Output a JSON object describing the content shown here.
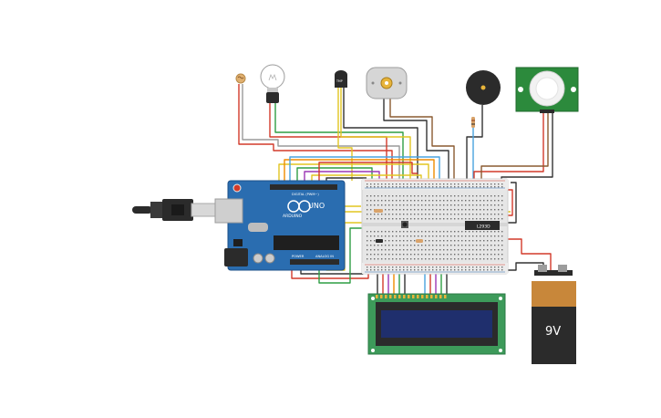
{
  "diagram": {
    "arduino": {
      "brand_label": "ARDUINO",
      "model_label": "UNO",
      "power_label": "POWER",
      "analog_label": "ANALOG IN",
      "digital_label": "DIGITAL (PWM~)"
    },
    "battery": {
      "label": "9V"
    },
    "driver_chip": {
      "label": "L293D"
    },
    "components": [
      "photoresistor",
      "light-bulb",
      "temperature-sensor",
      "dc-motor",
      "piezo-buzzer",
      "pir-sensor",
      "resistor",
      "breadboard",
      "usb-cable",
      "lcd-16x2",
      "battery-9v"
    ],
    "colors": {
      "board": "#2a6db0",
      "lcd_pcb": "#3d9a5a",
      "lcd_screen": "#1f2f6d",
      "battery_top": "#c8873a",
      "battery_body": "#2b2b2b",
      "pir_pcb": "#2c8a3c",
      "breadboard": "#e6e6e6"
    }
  }
}
